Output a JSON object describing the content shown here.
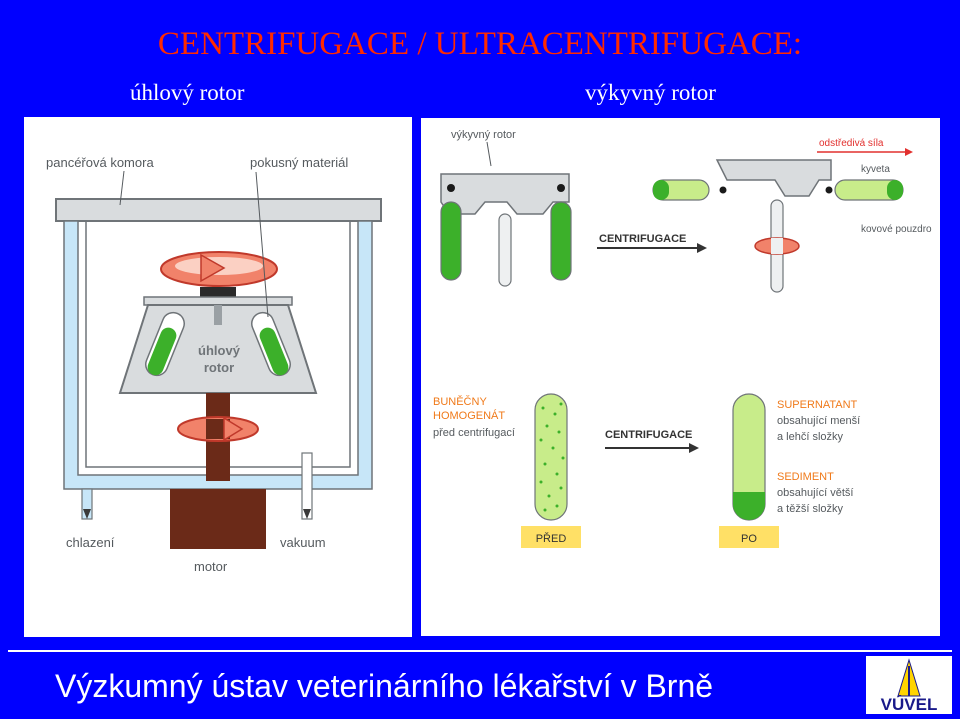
{
  "slide": {
    "title": "CENTRIFUGACE / ULTRACENTRIFUGACE:",
    "subtitle_left": "úhlový rotor",
    "subtitle_right": "výkyvný rotor",
    "footer": "Výzkumný ústav veterinárního lékařství v Brně",
    "logo_text": "VÚVEL"
  },
  "left_diagram": {
    "label_chamber": "pancéřová komora",
    "label_material": "pokusný materiál",
    "rotor_line1": "úhlový",
    "rotor_line2": "rotor",
    "label_cooling": "chlazení",
    "label_vacuum": "vakuum",
    "label_motor": "motor"
  },
  "right_top": {
    "label_swing_rotor": "výkyvný rotor",
    "label_force": "odstředivá síla",
    "label_cuvette": "kyveta",
    "label_centrifugation": "CENTRIFUGACE",
    "label_metal_case": "kovové pouzdro"
  },
  "right_bottom": {
    "homogenate_line1": "BUNĚČNY",
    "homogenate_line2": "HOMOGENÁT",
    "homogenate_line3": "před centrifugací",
    "label_centrifugation": "CENTRIFUGACE",
    "supernatant_line1": "SUPERNATANT",
    "supernatant_line2": "obsahující menší",
    "supernatant_line3": "a lehčí složky",
    "sediment_line1": "SEDIMENT",
    "sediment_line2": "obsahující větší",
    "sediment_line3": "a těžší složky",
    "label_before": "PŘED",
    "label_after": "PO"
  },
  "colors": {
    "background": "#0000ff",
    "title": "#ff2a00",
    "green": "#3cb02a",
    "light_green": "#c8ec8a",
    "frame_blue": "#bfe3f7",
    "motor_brown": "#6b2a18",
    "label_orange": "#f07a1a",
    "label_red": "#e2302e",
    "yellow_box": "#ffe066"
  }
}
